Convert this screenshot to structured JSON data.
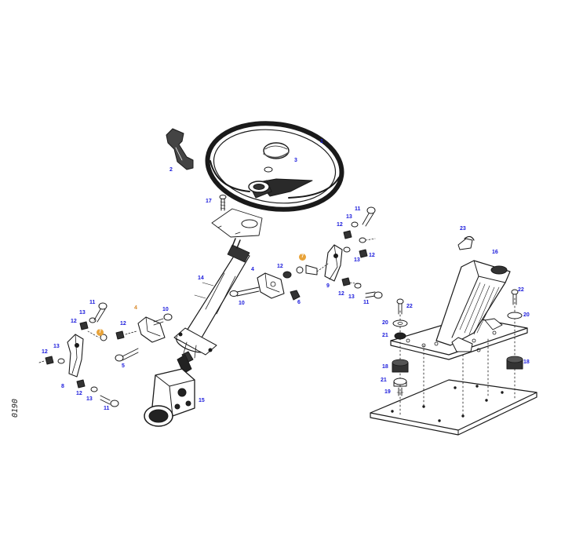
{
  "drawing_code": "0190",
  "colors": {
    "callout": "#1a1adc",
    "highlight": "#e8a33a",
    "ink": "#1a1a1a"
  },
  "callouts": {
    "c1": "1",
    "c2": "2",
    "c3": "3",
    "c4": "4",
    "c5": "5",
    "c6": "6",
    "c8": "8",
    "c9": "9",
    "c10a": "10",
    "c10b": "10",
    "c11a": "11",
    "c11b": "11",
    "c11c": "11",
    "c11d": "11",
    "c12a": "12",
    "c12b": "12",
    "c12c": "12",
    "c12d": "12",
    "c12e": "12",
    "c12f": "12",
    "c12g": "12",
    "c12h": "12",
    "c13a": "13",
    "c13b": "13",
    "c13c": "13",
    "c13d": "13",
    "c13e": "13",
    "c13f": "13",
    "c14": "14",
    "c15": "15",
    "c16": "16",
    "c17": "17",
    "c18a": "18",
    "c18b": "18",
    "c19": "19",
    "c20a": "20",
    "c20b": "20",
    "c21a": "21",
    "c21b": "21",
    "c22a": "22",
    "c22b": "22",
    "c23": "23",
    "c7a": "7",
    "c7b": "7"
  }
}
